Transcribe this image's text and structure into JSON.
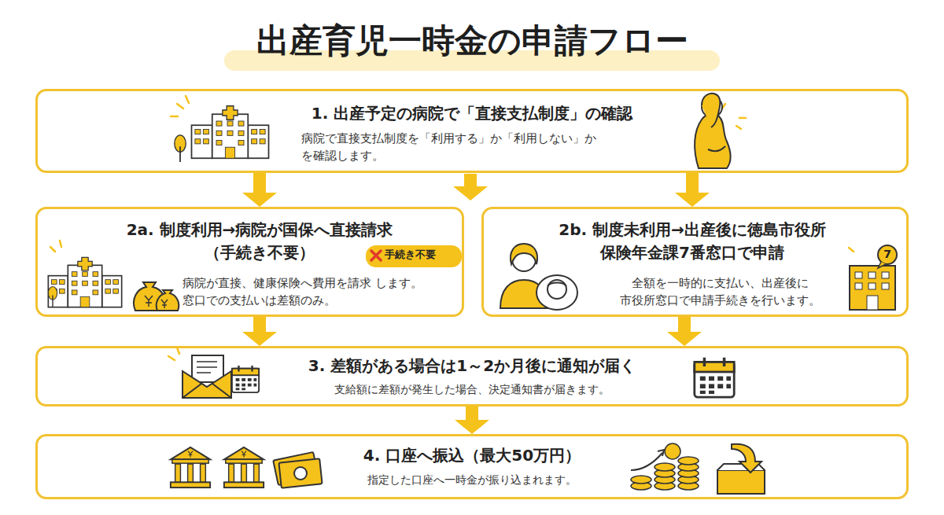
{
  "diagram": {
    "title": "出産育児一時金の申請フロー",
    "nodes": [
      {
        "text": [
          "1. 出産予定の病院で「直接支払制度」の確認",
          "病院で直接支払制度を「利用する」か「利用しない」か を確認します。"
        ]
      },
      {
        "text": [
          "2a. 制度利用→病院が国保へ直接請求 （手続き不要）",
          "病院が直接、健康保険へ費用を請求 します。窓口での支払いは差額のみ。"
        ]
      },
      {
        "text": [
          "手続き不要"
        ],
        "in": 1
      },
      {
        "text": [
          "2b. 制度未利用→出産後に徳島市役所 保険年金課7番窓口で申請",
          "全額を一時的に支払い、出産後に 市役所窓口で申請手続きを行います。"
        ]
      },
      {
        "text": [
          "3. 差額がある場合は1～2か月後に通知が届く",
          "支給額に差額が発生した場合、決定通知書が届きます。"
        ]
      },
      {
        "text": [
          "4. 口座へ振込（最大50万円）",
          "指定した口座へ一時金が振り込まれます。"
        ]
      }
    ],
    "edges": [
      {
        "from": 0,
        "to": 1,
        "arrow": "to"
      },
      {
        "from": 0,
        "to": 3,
        "arrow": "to"
      },
      {
        "from": 1,
        "to": 4,
        "arrow": "to"
      },
      {
        "from": 3,
        "to": 4,
        "arrow": "to"
      },
      {
        "from": 4,
        "to": 5,
        "arrow": "to"
      }
    ],
    "labels": [
      "7"
    ]
  }
}
